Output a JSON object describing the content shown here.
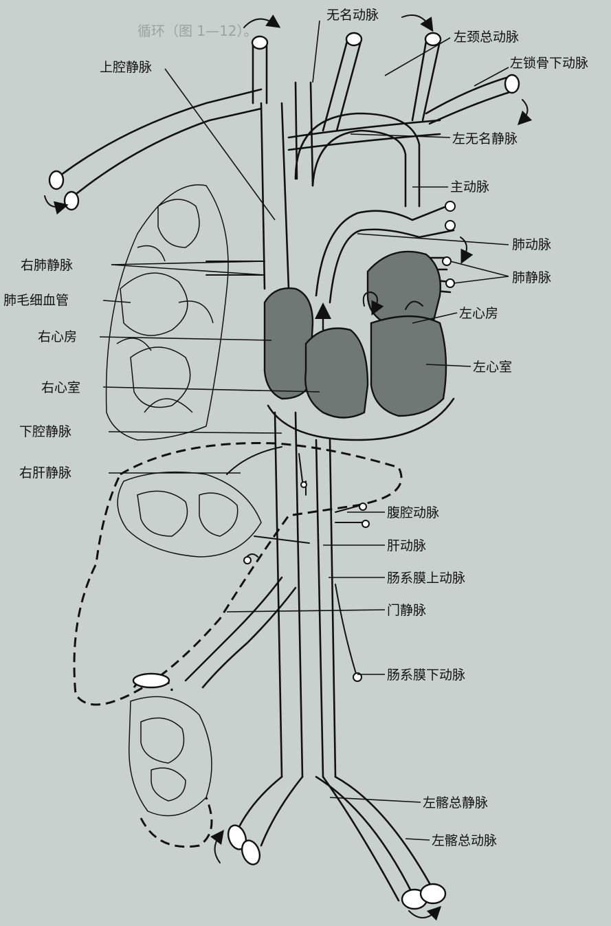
{
  "labels": {
    "innominate_artery": "无名动脉",
    "left_common_carotid": "左颈总动脉",
    "left_subclavian": "左锁骨下动脉",
    "superior_vena_cava": "上腔静脉",
    "left_innominate_vein": "左无名静脉",
    "aorta": "主动脉",
    "pulmonary_artery": "肺动脉",
    "pulmonary_veins": "肺静脉",
    "right_pulmonary_veins": "右肺静脉",
    "pulmonary_capillaries": "肺毛细血管",
    "right_atrium": "右心房",
    "left_atrium": "左心房",
    "right_ventricle": "右心室",
    "left_ventricle": "左心室",
    "inferior_vena_cava": "下腔静脉",
    "right_hepatic_vein": "右肝静脉",
    "celiac_artery": "腹腔动脉",
    "hepatic_artery": "肝动脉",
    "superior_mesenteric": "肠系膜上动脉",
    "portal_vein": "门静脉",
    "inferior_mesenteric": "肠系膜下动脉",
    "left_common_iliac_vein": "左髂总静脉",
    "left_common_iliac_artery": "左髂总动脉"
  },
  "background_text": {
    "top_fragment": "循环（图 1—12）。"
  },
  "colors": {
    "paper": "#c9d1ce",
    "ink": "#111111",
    "chamber_shade": "#6f7875"
  }
}
